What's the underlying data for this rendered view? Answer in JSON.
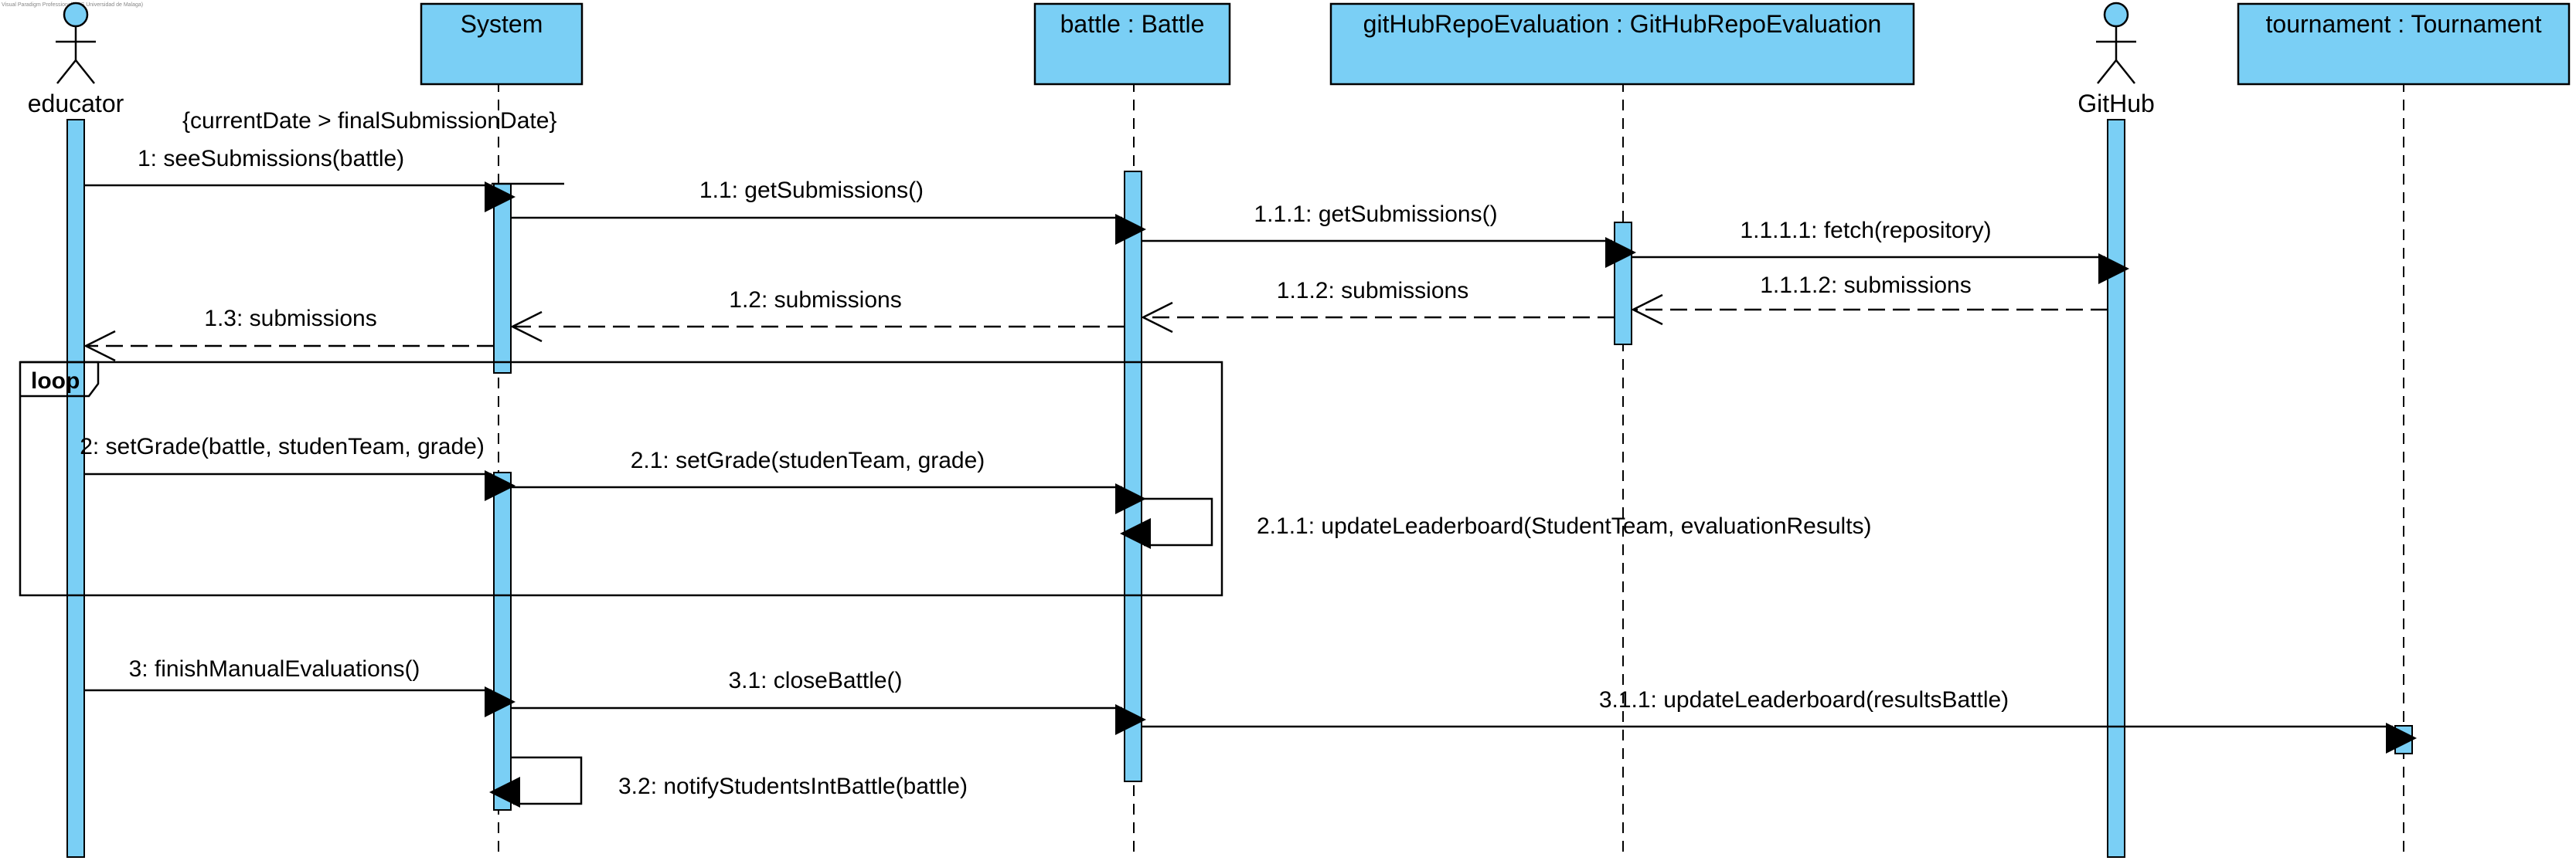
{
  "watermark": "Visual Paradigm Professional(ETS Universidad de Malaga)",
  "lifelines": {
    "educator": "educator",
    "system": "System",
    "battle": "battle : Battle",
    "repo_eval": "gitHubRepoEvaluation : GitHubRepoEvaluation",
    "github": "GitHub",
    "tournament": "tournament : Tournament"
  },
  "guard": "{currentDate > finalSubmissionDate}",
  "fragment": {
    "operator": "loop"
  },
  "messages": {
    "m1": "1: seeSubmissions(battle)",
    "m1_1": "1.1: getSubmissions()",
    "m1_1_1": "1.1.1: getSubmissions()",
    "m1_1_1_1": "1.1.1.1: fetch(repository)",
    "m1_1_1_2": "1.1.1.2: submissions",
    "m1_1_2": "1.1.2: submissions",
    "m1_2": "1.2: submissions",
    "m1_3": "1.3: submissions",
    "m2": "2: setGrade(battle, studenTeam, grade)",
    "m2_1": "2.1: setGrade(studenTeam, grade)",
    "m2_1_1": "2.1.1: updateLeaderboard(StudentTeam, evaluationResults)",
    "m3": "3: finishManualEvaluations()",
    "m3_1": "3.1: closeBattle()",
    "m3_1_1": "3.1.1: updateLeaderboard(resultsBattle)",
    "m3_2": "3.2: notifyStudentsIntBattle(battle)"
  },
  "colors": {
    "box_fill": "#7ACFF5",
    "line": "#000000",
    "background": "#FFFFFF"
  }
}
